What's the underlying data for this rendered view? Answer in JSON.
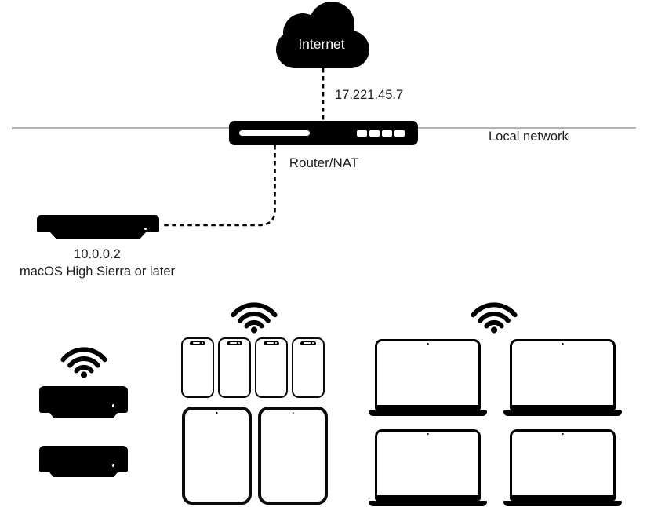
{
  "colors": {
    "device_fill": "#000000",
    "network_line": "#b3b3b6",
    "text": "#1d1d1f",
    "background": "#ffffff"
  },
  "internet": {
    "label": "Internet",
    "public_ip": "17.221.45.7"
  },
  "router": {
    "label": "Router/NAT"
  },
  "local_network": {
    "label": "Local network"
  },
  "content_cache_server": {
    "ip": "10.0.0.2",
    "os_requirement": "macOS High Sierra or later"
  },
  "client_groups": [
    {
      "id": "wireless-desktops",
      "connection": "wifi",
      "devices": [
        {
          "type": "mac-mini",
          "count": 2
        }
      ]
    },
    {
      "id": "wireless-mobile",
      "connection": "wifi",
      "devices": [
        {
          "type": "iphone",
          "count": 4
        },
        {
          "type": "ipad",
          "count": 2
        }
      ]
    },
    {
      "id": "wireless-laptops",
      "connection": "wifi",
      "devices": [
        {
          "type": "macbook",
          "count": 4
        }
      ]
    }
  ]
}
